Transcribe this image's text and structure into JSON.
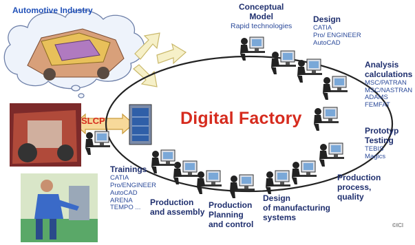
{
  "title": "Digital Factory",
  "industry_label": "Automotive Industry",
  "slcp_label": "SLCP",
  "copyright": "©ICI",
  "stations": [
    {
      "title_lines": [
        "Conceptual",
        "Model"
      ],
      "items": [
        "Rapid technologies"
      ]
    },
    {
      "title_lines": [
        "Design"
      ],
      "items": [
        "CATIA",
        "Pro/ ENGINEER",
        "AutoCAD"
      ]
    },
    {
      "title_lines": [
        "Analysis",
        "calculations"
      ],
      "items": [
        "MSC/PATRAN",
        "MSC/NASTRAN",
        "ADAMS",
        "FEMFAT"
      ]
    },
    {
      "title_lines": [
        "Prototyp",
        "Testing"
      ],
      "items": [
        "TEBIS",
        "Magics"
      ]
    },
    {
      "title_lines": [
        "Production",
        "process,",
        "quality"
      ],
      "items": []
    },
    {
      "title_lines": [
        "Design",
        "of manufacturing",
        "systems"
      ],
      "items": []
    },
    {
      "title_lines": [
        "Production",
        "Planning",
        "and control"
      ],
      "items": []
    },
    {
      "title_lines": [
        "Production",
        "and assembly"
      ],
      "items": []
    },
    {
      "title_lines": [
        "Trainings"
      ],
      "items": [
        "CATIA",
        "Pro/ENGINEER",
        "AutoCAD",
        "ARENA",
        "TEMPO ..."
      ]
    }
  ]
}
